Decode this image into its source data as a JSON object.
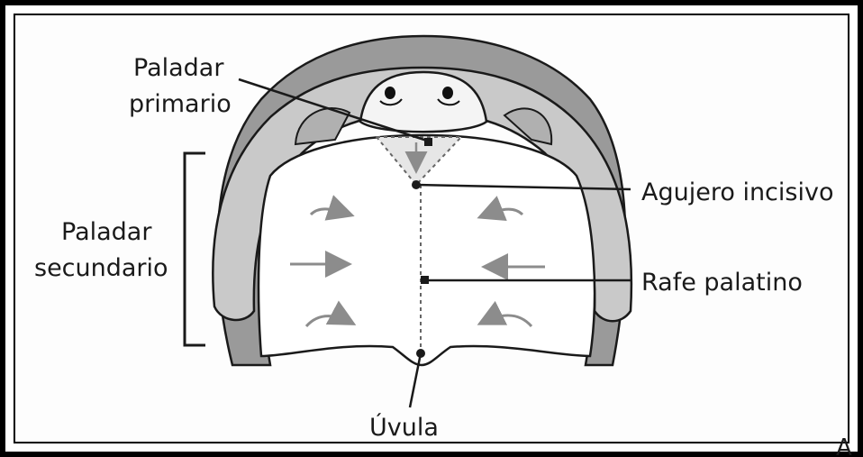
{
  "labels": {
    "paladar_primario_1": "Paladar",
    "paladar_primario_2": "primario",
    "paladar_secundario_1": "Paladar",
    "paladar_secundario_2": "secundario",
    "agujero_incisivo": "Agujero incisivo",
    "rafe_palatino": "Rafe palatino",
    "uvula": "Úvula",
    "corner_mark": "A"
  },
  "colors": {
    "outer_ring": "#9a9a9a",
    "mid_ring": "#c9c9c9",
    "palate": "#ffffff",
    "ink": "#1a1a1a",
    "arrow": "#8c8c8c"
  }
}
